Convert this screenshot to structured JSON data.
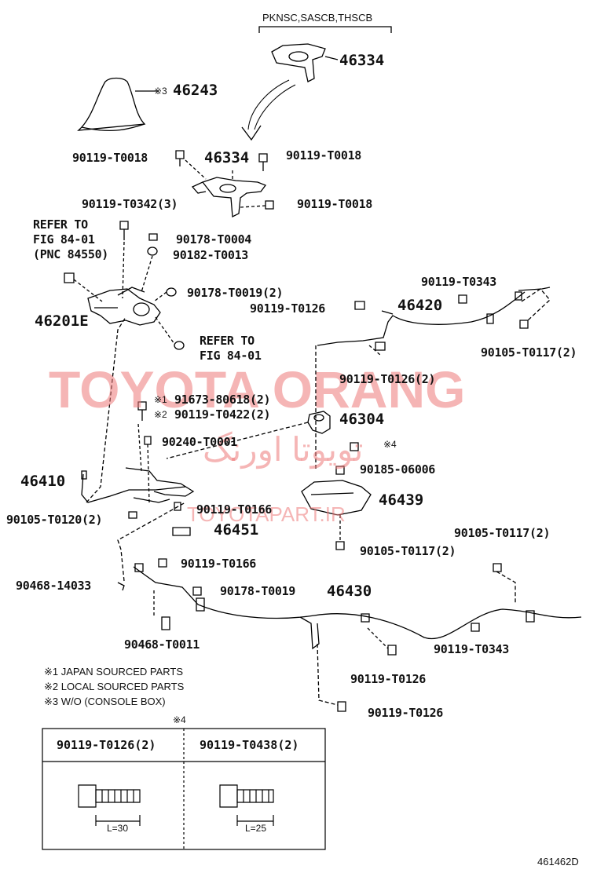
{
  "header": {
    "variant": "PKNSC,SASCB,THSCB"
  },
  "watermark": {
    "main": "TOYOTA ORANG",
    "arabic": "تویوتا اورنگ",
    "url": "TOYOTAPART.IR"
  },
  "parts": {
    "p46334_top": "46334",
    "p46243": "46243",
    "p46243_mark": "※3",
    "p90119_T0018_a": "90119-T0018",
    "p46334": "46334",
    "p90119_T0018_b": "90119-T0018",
    "p90119_T0018_c": "90119-T0018",
    "p90119_T0342": "90119-T0342(3)",
    "refer1": [
      "REFER TO",
      "FIG 84-01",
      "(PNC 84550)"
    ],
    "p90178_T0004": "90178-T0004",
    "p90182_T0013": "90182-T0013",
    "p90178_T0019_2": "90178-T0019(2)",
    "p46201E": "46201E",
    "refer2": [
      "REFER TO",
      "FIG 84-01"
    ],
    "p90119_T0343_a": "90119-T0343",
    "p90119_T0126_a": "90119-T0126",
    "p46420": "46420",
    "p90105_T0117_2a": "90105-T0117(2)",
    "p90119_T0126_2": "90119-T0126(2)",
    "p91673": "91673-80618(2)",
    "p91673_mark": "※1",
    "p90119_T0422": "90119-T0422(2)",
    "p90119_T0422_mark": "※2",
    "p46304": "46304",
    "p90240": "90240-T0001",
    "mark4": "※4",
    "p90185": "90185-06006",
    "p46410": "46410",
    "p46439": "46439",
    "p90119_T0166_a": "90119-T0166",
    "p90105_T0120": "90105-T0120(2)",
    "p46451": "46451",
    "p90105_T0117_2b": "90105-T0117(2)",
    "p90105_T0117_2c": "90105-T0117(2)",
    "p90119_T0166_b": "90119-T0166",
    "p90468_14033": "90468-14033",
    "p90178_T0019": "90178-T0019",
    "p46430": "46430",
    "p90468_T0011": "90468-T0011",
    "p90119_T0343_b": "90119-T0343",
    "p90119_T0126_b": "90119-T0126",
    "p90119_T0126_c": "90119-T0126"
  },
  "notes": [
    "※1  JAPAN SOURCED PARTS",
    "※2  LOCAL SOURCED PARTS",
    "※3 W/O (CONSOLE BOX)"
  ],
  "table": {
    "mark": "※4",
    "headers": [
      "90119-T0126(2)",
      "90119-T0438(2)"
    ],
    "lengths": [
      "L=30",
      "L=25"
    ]
  },
  "figure_id": "461462D"
}
